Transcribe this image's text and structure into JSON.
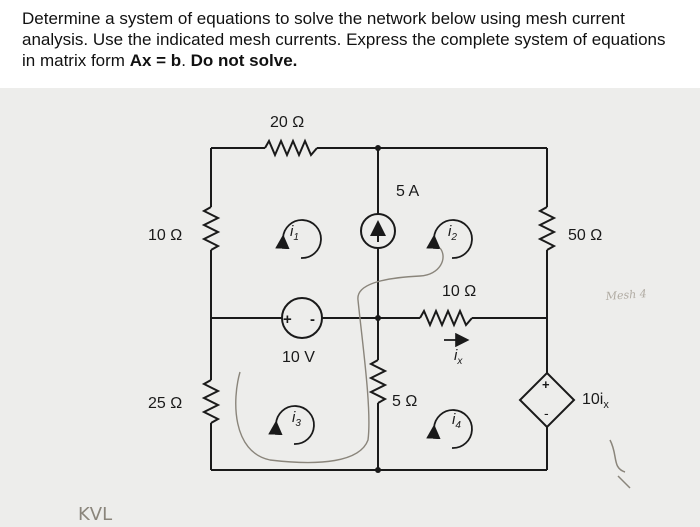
{
  "question": {
    "part1": "Determine a system of equations to solve the network below using mesh current analysis.  Use the indicated mesh currents.  Express the complete system of equations in matrix form ",
    "equation": "Ax = b",
    "part2": ".  ",
    "emphasis": "Do not solve."
  },
  "circuit": {
    "r_top": "20 Ω",
    "r_left_top": "10 Ω",
    "r_left_bottom": "25 Ω",
    "r_right": "50 Ω",
    "r_middle": "10 Ω",
    "r_center_bottom": "5 Ω",
    "current_source": "5 A",
    "voltage_source": "10 V",
    "voltage_source_plus": "+",
    "voltage_source_minus": "-",
    "dependent_source": "10i",
    "dependent_source_sub": "x",
    "dependent_plus": "+",
    "dependent_minus": "-",
    "control_current": "i",
    "control_current_sub": "x",
    "mesh_1": "i",
    "mesh_1_sub": "1",
    "mesh_2": "i",
    "mesh_2_sub": "2",
    "mesh_3": "i",
    "mesh_3_sub": "3",
    "mesh_4": "i",
    "mesh_4_sub": "4"
  },
  "handwriting": {
    "bottom_left": "KVL",
    "right_note": "Mesh 4"
  },
  "colors": {
    "wire": "#1a1a1a",
    "pencil": "#8a857b",
    "paper": "#ededeb"
  }
}
